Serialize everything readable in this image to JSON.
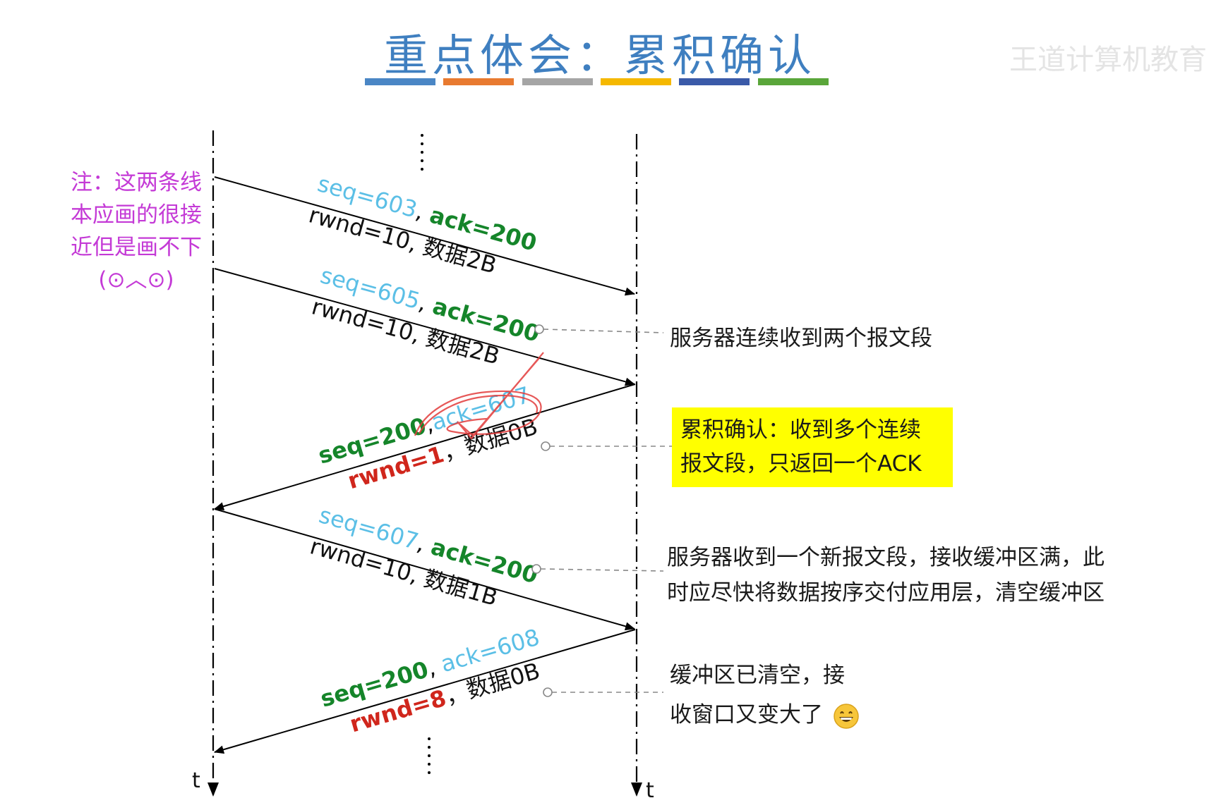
{
  "title": "重点体会：累积确认",
  "watermark": "王道计算机教育",
  "colors": {
    "title": "#3f7fc0",
    "bars": [
      "#4a86c5",
      "#e87a30",
      "#a5a5a5",
      "#f5b800",
      "#3a5aa8",
      "#5aa63a"
    ],
    "seq_light": "#5bbfe6",
    "ack_green": "#15852a",
    "rwnd_red": "#d0261c",
    "note": "#c43ad6",
    "highlight": "#ffff00"
  },
  "note": [
    "注：这两条线",
    "本应画的很接",
    "近但是画不下",
    "(⊙︿⊙)"
  ],
  "axis_label": "t",
  "segments": [
    {
      "dir": "client-to-server",
      "line1": {
        "seq": "seq=603",
        "sep": ", ",
        "ack": "ack=200"
      },
      "line2": "rwnd=10, 数据2B"
    },
    {
      "dir": "client-to-server",
      "line1": {
        "seq": "seq=605",
        "sep": ", ",
        "ack": "ack=200"
      },
      "line2": "rwnd=10, 数据2B"
    },
    {
      "dir": "server-to-client",
      "line1": {
        "seq": "seq=200",
        "sep": ",",
        "ack": "ack=607"
      },
      "line2": {
        "rwnd": "rwnd=1",
        "rest": "，数据0B"
      }
    },
    {
      "dir": "client-to-server",
      "line1": {
        "seq": "seq=607",
        "sep": ", ",
        "ack": "ack=200"
      },
      "line2": "rwnd=10, 数据1B"
    },
    {
      "dir": "server-to-client",
      "line1": {
        "seq": "seq=200",
        "sep": ", ",
        "ack": "ack=608"
      },
      "line2": {
        "rwnd": "rwnd=8",
        "rest": "，数据0B"
      }
    }
  ],
  "annotations": {
    "a1": "服务器连续收到两个报文段",
    "a2": [
      "累积确认：收到多个连续",
      "报文段，只返回一个ACK"
    ],
    "a3": [
      "服务器收到一个新报文段，接收缓冲区满，此",
      "时应尽快将数据按序交付应用层，清空缓冲区"
    ],
    "a4": [
      "缓冲区已清空，接",
      "收窗口又变大了"
    ]
  },
  "emoji_icon": "grinning-face-icon"
}
